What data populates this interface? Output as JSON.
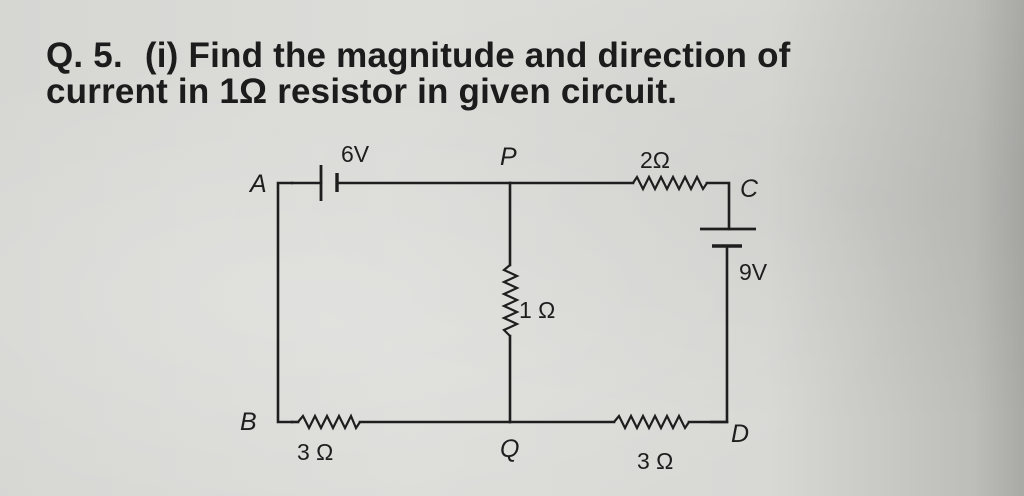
{
  "question": {
    "number": "Q. 5.",
    "part": "(i)",
    "line1_text": "Find the magnitude and direction of",
    "line2_text": "current in 1Ω resistor in given circuit."
  },
  "circuit": {
    "nodes": {
      "A": "A",
      "P": "P",
      "C": "C",
      "B": "B",
      "Q": "Q",
      "D": "D"
    },
    "components": {
      "battery_top": {
        "label": "6V",
        "between": [
          "A",
          "P"
        ]
      },
      "resistor_top": {
        "label": "2Ω",
        "between": [
          "P",
          "C"
        ]
      },
      "battery_right": {
        "label": "9V",
        "between": [
          "C",
          "D"
        ]
      },
      "resistor_middle": {
        "label": "1 Ω",
        "between": [
          "P",
          "Q"
        ]
      },
      "resistor_bottom_left": {
        "label": "3 Ω",
        "between": [
          "B",
          "Q"
        ]
      },
      "resistor_bottom_right": {
        "label": "3 Ω",
        "between": [
          "Q",
          "D"
        ]
      }
    },
    "left_wire": {
      "between": [
        "A",
        "B"
      ]
    }
  }
}
